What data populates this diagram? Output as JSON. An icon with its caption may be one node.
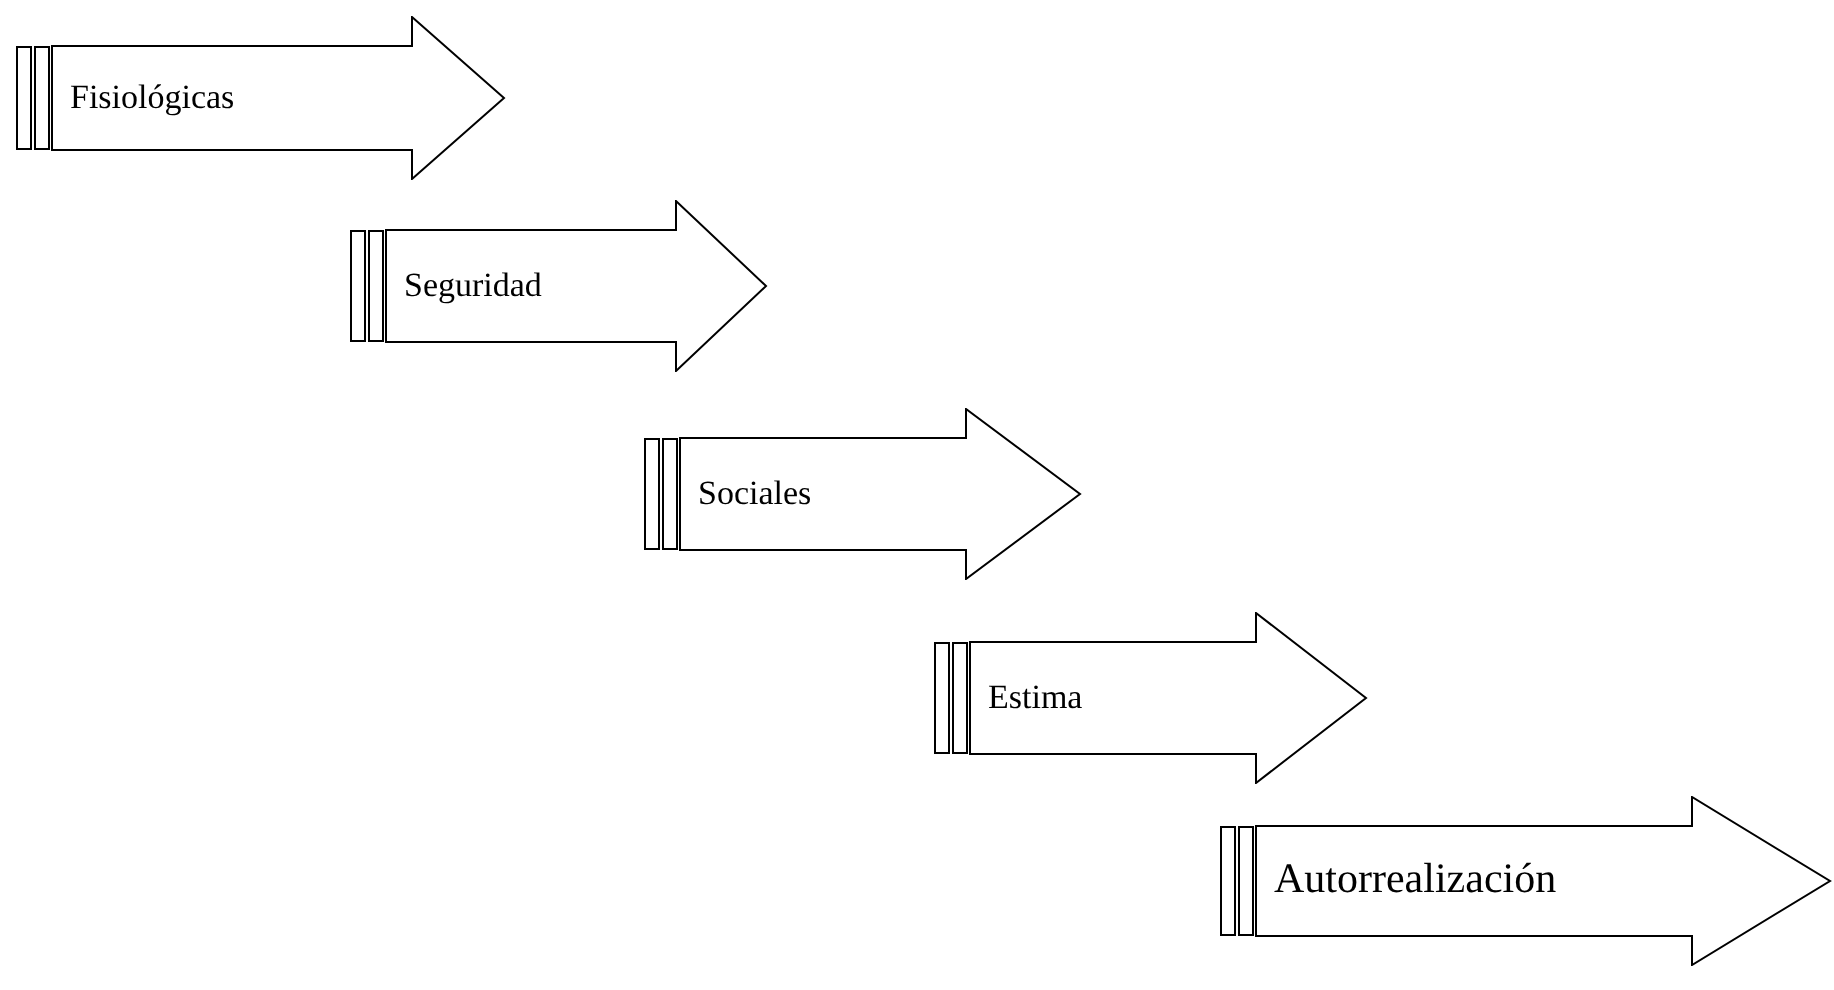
{
  "diagram": {
    "nodes": [
      {
        "text": [
          "Fisiológicas"
        ]
      },
      {
        "text": [
          "Seguridad"
        ]
      },
      {
        "text": [
          "Sociales"
        ]
      },
      {
        "text": [
          "Estima"
        ]
      },
      {
        "text": [
          "Autorrealización"
        ]
      }
    ],
    "edges": []
  }
}
